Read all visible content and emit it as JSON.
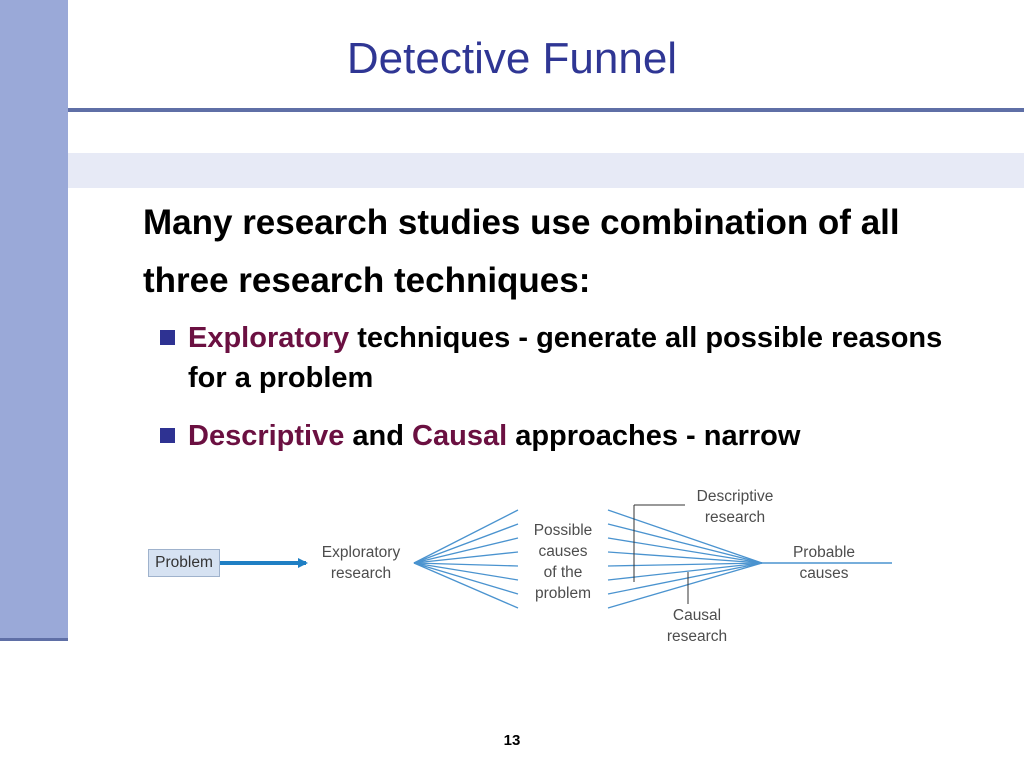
{
  "slide": {
    "title": "Detective Funnel",
    "intro": "Many research studies use combination of all three research techniques:",
    "bullets": [
      {
        "highlight": "Exploratory",
        "text": " techniques - generate all possible reasons for a problem"
      },
      {
        "highlight1": "Descriptive",
        "middle": " and ",
        "highlight2": "Causal",
        "text": " approaches - narrow"
      }
    ],
    "page_number": "13"
  },
  "diagram": {
    "problem": "Problem",
    "exploratory": "Exploratory\nresearch",
    "possible_causes": "Possible\ncauses\nof the\nproblem",
    "descriptive": "Descriptive\nresearch",
    "causal": "Causal\nresearch",
    "probable_causes": "Probable\ncauses"
  },
  "colors": {
    "title": "#2f3694",
    "highlight": "#6b1041",
    "side_bar": "#9aa9d8",
    "funnel_lines": "#4a93cf"
  }
}
